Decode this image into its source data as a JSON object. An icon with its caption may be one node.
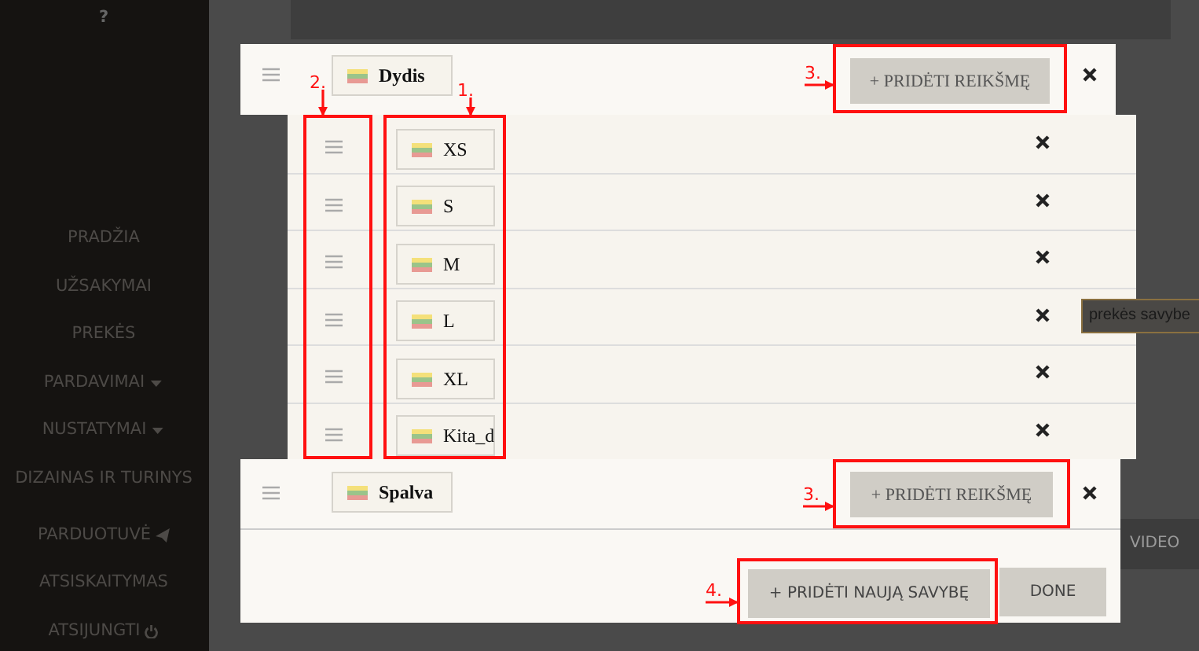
{
  "diagram": {
    "nodes": [
      {
        "text": [
          "2."
        ]
      },
      {
        "text": [],
        "shape": "box"
      },
      {
        "text": [
          "1."
        ]
      },
      {
        "text": [],
        "shape": "box"
      },
      {
        "text": [
          "XS"
        ],
        "in": 3
      },
      {
        "text": [
          "S"
        ],
        "in": 3
      },
      {
        "text": [
          "M"
        ],
        "in": 3
      },
      {
        "text": [
          "L"
        ],
        "in": 3
      },
      {
        "text": [
          "XL"
        ],
        "in": 3
      },
      {
        "text": [
          "Kita_d"
        ],
        "in": 3
      },
      {
        "text": [
          "3."
        ]
      },
      {
        "text": [],
        "shape": "box"
      },
      {
        "text": [
          "+ PRIDĖTI REIKŠMĘ"
        ],
        "in": 11
      },
      {
        "text": [
          "3."
        ]
      },
      {
        "text": [],
        "shape": "box"
      },
      {
        "text": [
          "+ PRIDĖTI REIKŠMĘ"
        ],
        "in": 14
      },
      {
        "text": [
          "4."
        ]
      },
      {
        "text": [],
        "shape": "box"
      },
      {
        "text": [
          "+ PRIDĖTI NAUJĄ SAVYBĘ"
        ],
        "in": 17
      }
    ],
    "edges": [
      {
        "from": 0,
        "to": 1,
        "arrow": "to"
      },
      {
        "from": 2,
        "to": 3,
        "arrow": "to"
      },
      {
        "from": 10,
        "to": 11,
        "arrow": "to"
      },
      {
        "from": 13,
        "to": 14,
        "arrow": "to"
      },
      {
        "from": 16,
        "to": 17,
        "arrow": "to"
      }
    ],
    "labels": [
      "?",
      "PRADŽIA",
      "UŽSAKYMAI",
      "PREKĖS",
      "PARDAVIMAI",
      "NUSTATYMAI",
      "DIZAINAS IR TURINYS",
      "PARDUOTUVĖ",
      "ATSISKAITYMAS",
      "ATSIJUNGTI",
      "Dydis",
      "prekės savybe",
      "Spalva",
      "VIDEO",
      "DONE"
    ]
  }
}
